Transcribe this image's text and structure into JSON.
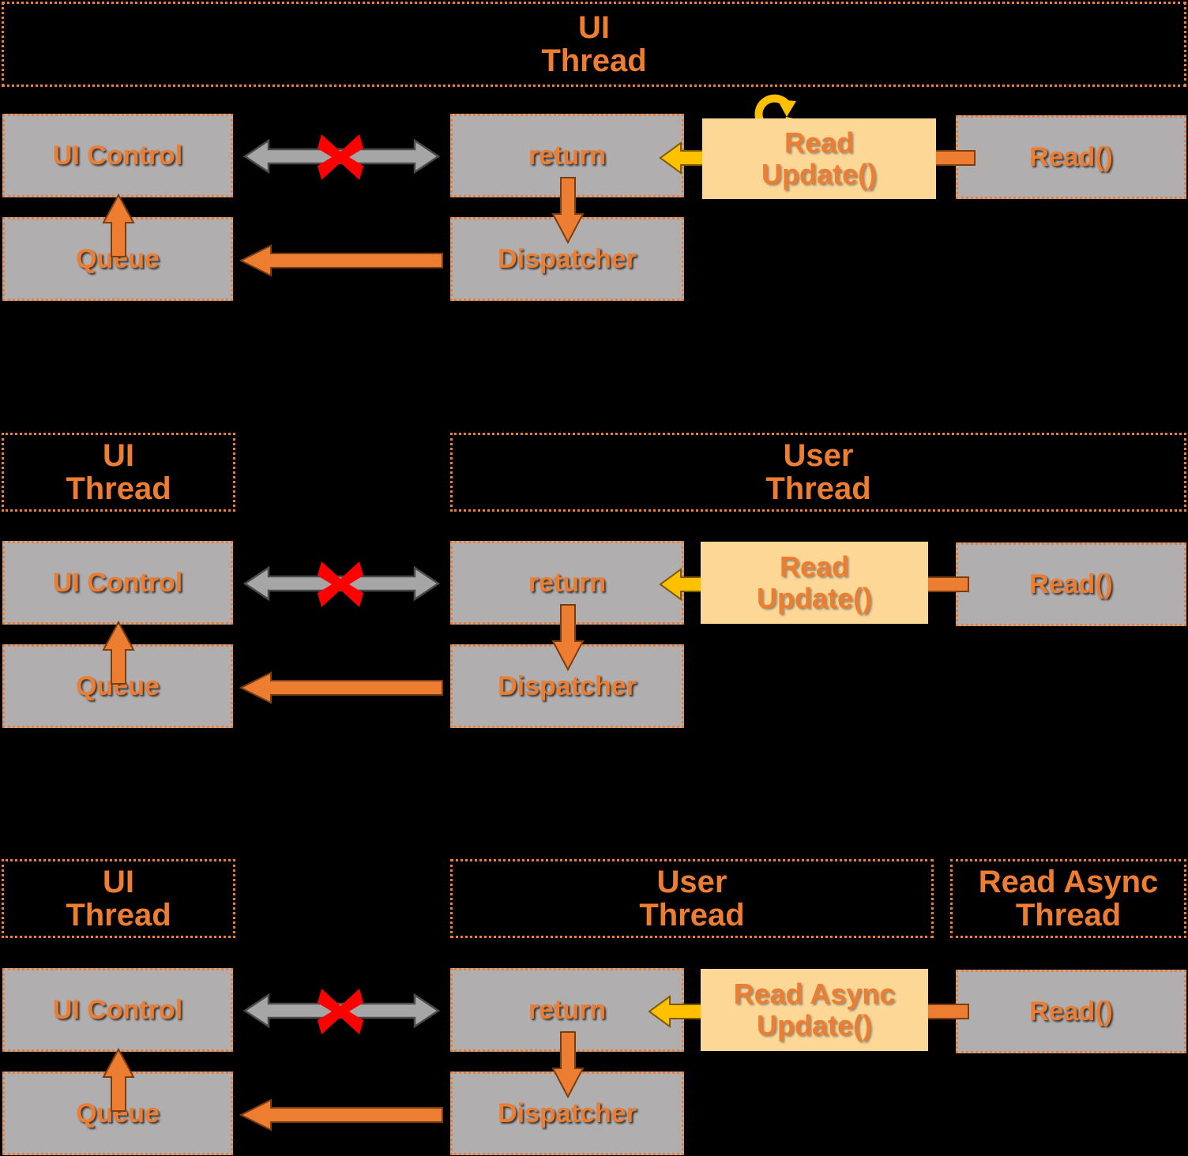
{
  "diagram": {
    "title": "UI thread / user thread read-update dispatch diagram",
    "colors": {
      "background": "#000000",
      "accent_orange": "#ED7D31",
      "node_gray": "#B0AEAE",
      "highlight_yellow": "#FCD795",
      "arrow_yellow": "#FFC000",
      "blocked_red": "#FF0000",
      "blocked_arrow_gray": "#A6A6A6"
    },
    "sections": [
      {
        "id": "section-1",
        "headers": [
          {
            "name": "ui-thread-header",
            "lines": [
              "UI",
              "Thread"
            ],
            "span": "full"
          }
        ],
        "nodes": [
          {
            "name": "ui-control",
            "label": "UI Control",
            "style": "gray"
          },
          {
            "name": "queue",
            "label": "Queue",
            "style": "gray"
          },
          {
            "name": "return",
            "label": "return",
            "style": "gray"
          },
          {
            "name": "dispatcher",
            "label": "Dispatcher",
            "style": "gray"
          },
          {
            "name": "read-update",
            "lines": [
              "Read",
              "Update()"
            ],
            "style": "yellow",
            "loop_icon": true
          },
          {
            "name": "read-call",
            "label": "Read()",
            "style": "gray"
          }
        ]
      },
      {
        "id": "section-2",
        "headers": [
          {
            "name": "ui-thread-header",
            "lines": [
              "UI",
              "Thread"
            ],
            "span": "left"
          },
          {
            "name": "user-thread-header",
            "lines": [
              "User",
              "Thread"
            ],
            "span": "right"
          }
        ],
        "nodes": [
          {
            "name": "ui-control",
            "label": "UI Control",
            "style": "gray"
          },
          {
            "name": "queue",
            "label": "Queue",
            "style": "gray"
          },
          {
            "name": "return",
            "label": "return",
            "style": "gray"
          },
          {
            "name": "dispatcher",
            "label": "Dispatcher",
            "style": "gray"
          },
          {
            "name": "read-update",
            "lines": [
              "Read",
              "Update()"
            ],
            "style": "yellow",
            "loop_icon": false
          },
          {
            "name": "read-call",
            "label": "Read()",
            "style": "gray"
          }
        ]
      },
      {
        "id": "section-3",
        "headers": [
          {
            "name": "ui-thread-header",
            "lines": [
              "UI",
              "Thread"
            ],
            "span": "left"
          },
          {
            "name": "user-thread-header",
            "lines": [
              "User",
              "Thread"
            ],
            "span": "mid"
          },
          {
            "name": "read-async-thread-header",
            "lines": [
              "Read Async",
              "Thread"
            ],
            "span": "far-right"
          }
        ],
        "nodes": [
          {
            "name": "ui-control",
            "label": "UI Control",
            "style": "gray"
          },
          {
            "name": "queue",
            "label": "Queue",
            "style": "gray"
          },
          {
            "name": "return",
            "label": "return",
            "style": "gray"
          },
          {
            "name": "dispatcher",
            "label": "Dispatcher",
            "style": "gray"
          },
          {
            "name": "read-async-update",
            "lines": [
              "Read Async",
              "Update()"
            ],
            "style": "yellow",
            "loop_icon": false
          },
          {
            "name": "read-call",
            "label": "Read()",
            "style": "gray"
          }
        ]
      }
    ],
    "labels": {
      "ui": "UI",
      "thread": "Thread",
      "user": "User",
      "read_async": "Read Async",
      "ui_control": "UI Control",
      "queue": "Queue",
      "return": "return",
      "dispatcher": "Dispatcher",
      "read": "Read",
      "update_call": "Update()",
      "read_async_line": "Read Async",
      "read_call": "Read()"
    },
    "annotations": [
      {
        "name": "blocked-link",
        "icon": "red-x-icon",
        "meaning": "UI Control cannot be accessed directly from the worker context"
      }
    ]
  }
}
